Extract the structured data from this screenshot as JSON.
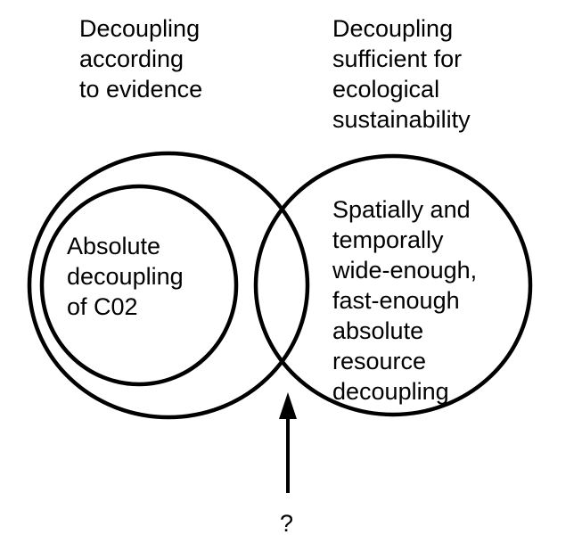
{
  "labels": {
    "left_heading": "Decoupling\naccording\nto evidence",
    "right_heading": "Decoupling\nsufficient for\necological\nsustainability",
    "inner_circle": "Absolute\ndecoupling\nof C02",
    "right_circle": "Spatially and\ntemporally\nwide-enough,\nfast-enough\nabsolute\nresource\ndecoupling",
    "pointer": "?"
  },
  "colors": {
    "stroke": "#000000",
    "background": "#ffffff"
  }
}
